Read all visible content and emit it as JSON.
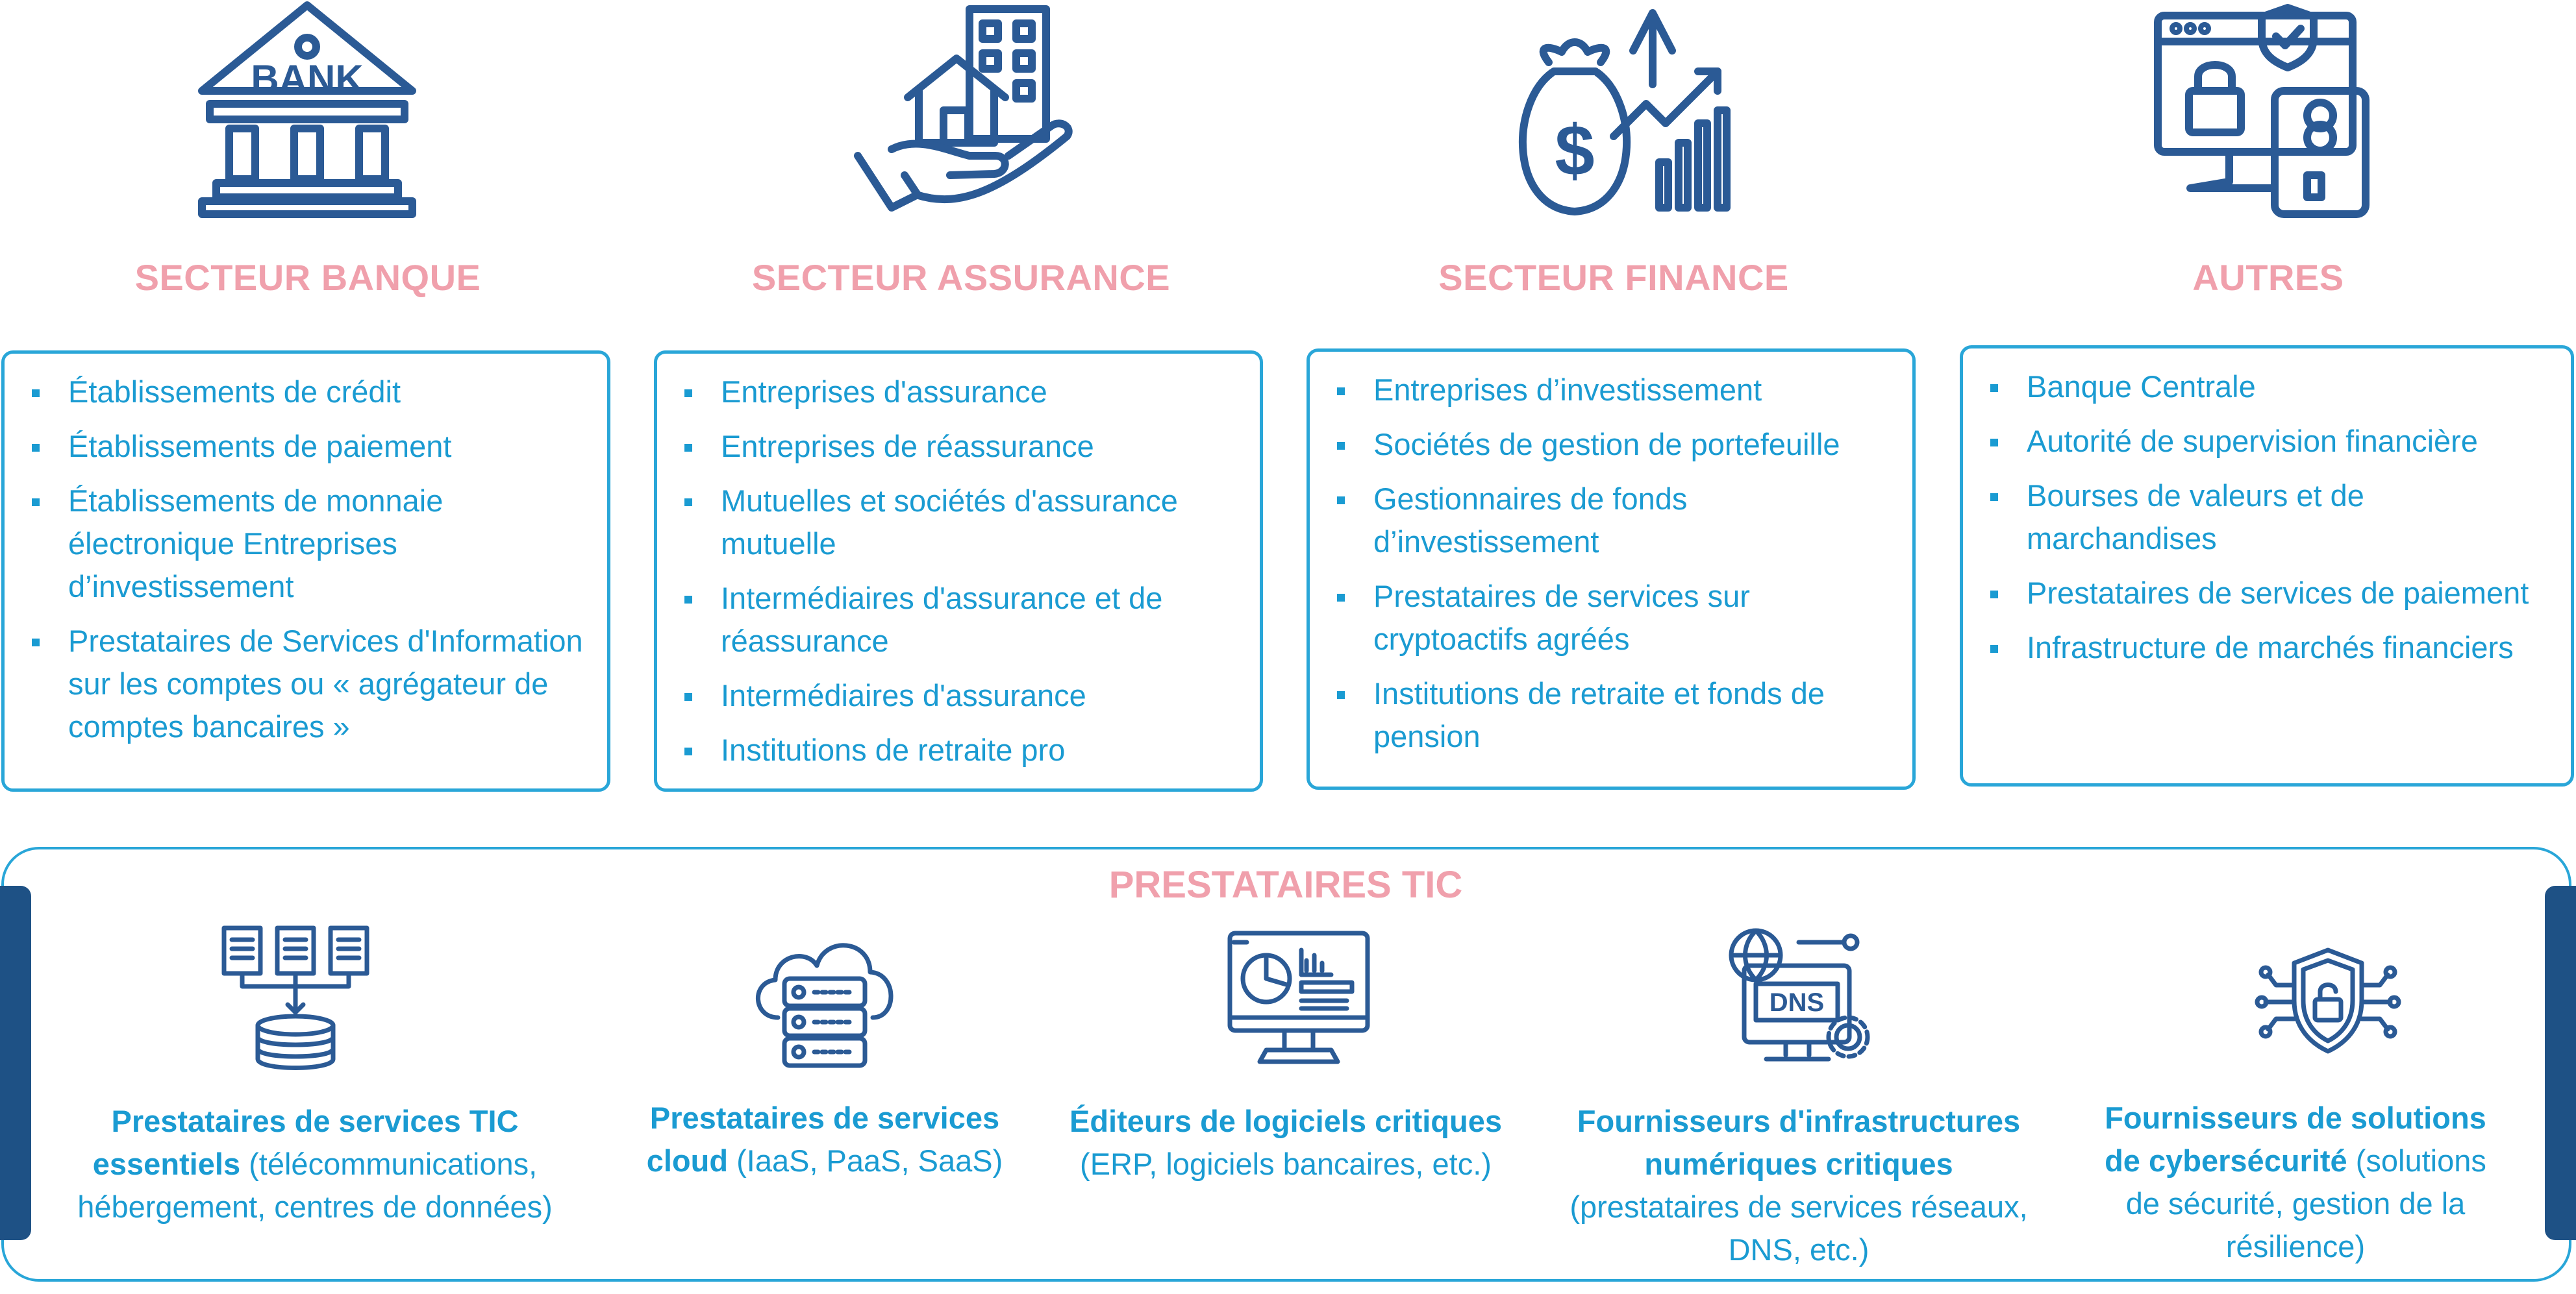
{
  "colors": {
    "title_pink": "#f0a0ac",
    "text_blue": "#1a9bd2",
    "border_blue": "#29a6d8",
    "icon_navy": "#2b5a95"
  },
  "sectors": [
    {
      "icon": "bank-icon",
      "icon_text": "BANK",
      "title": "SECTEUR BANQUE",
      "items": [
        "Établissements de crédit",
        "Établissements de paiement",
        "Établissements de monnaie électronique Entreprises d’investissement",
        "Prestataires de Services d'Information sur les comptes ou « agrégateur de comptes bancaires »"
      ]
    },
    {
      "icon": "house-in-hand-icon",
      "title": "SECTEUR ASSURANCE",
      "items": [
        "Entreprises d'assurance",
        "Entreprises de réassurance",
        "Mutuelles et sociétés d'assurance mutuelle",
        "Intermédiaires d'assurance et de réassurance",
        "Intermédiaires d'assurance",
        "Institutions de retraite pro"
      ]
    },
    {
      "icon": "money-bag-growth-icon",
      "title": "SECTEUR FINANCE",
      "items": [
        "Entreprises d’investissement",
        "Sociétés de gestion de portefeuille",
        "Gestionnaires de fonds d’investissement",
        "Prestataires de services sur cryptoactifs agréés",
        "Institutions de retraite et fonds de pension"
      ]
    },
    {
      "icon": "secure-payment-icon",
      "title": "AUTRES",
      "items": [
        "Banque Centrale",
        "Autorité de supervision financière",
        "Bourses de valeurs et de marchandises",
        "Prestataires de services de paiement",
        "Infrastructure de marchés financiers"
      ]
    }
  ],
  "tic": {
    "title": "PRESTATAIRES TIC",
    "providers": [
      {
        "icon": "database-documents-icon",
        "bold": "Prestataires de services TIC essentiels",
        "rest": " (télécommunications, hébergement, centres de données)"
      },
      {
        "icon": "cloud-server-icon",
        "bold": "Prestataires de services cloud",
        "rest": " (IaaS, PaaS, SaaS)"
      },
      {
        "icon": "software-monitor-icon",
        "bold": "Éditeurs de logiciels critiques",
        "rest": " (ERP, logiciels bancaires, etc.)"
      },
      {
        "icon": "dns-network-icon",
        "icon_text": "DNS",
        "bold": "Fournisseurs d'infrastructures numériques critiques",
        "rest": " (prestataires de services réseaux, DNS, etc.)"
      },
      {
        "icon": "cybersecurity-shield-icon",
        "bold": "Fournisseurs de solutions de cybersécurité",
        "rest": " (solutions de sécurité, gestion de la résilience)"
      }
    ]
  }
}
